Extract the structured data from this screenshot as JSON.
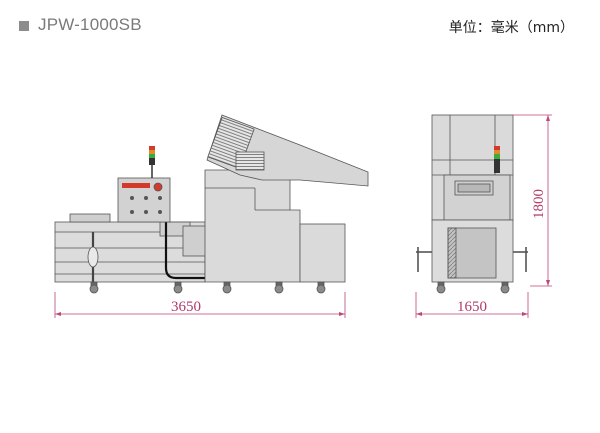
{
  "header": {
    "model": "JPW-1000SB",
    "unit_label": "单位：毫米（mm）"
  },
  "dimensions": {
    "side_length": "3650",
    "front_width": "1650",
    "front_height": "1800"
  },
  "colors": {
    "machine_fill": "#d8d8d8",
    "outline": "#555555",
    "dimension_line": "#c0457a",
    "panel_red": "#d33a2c",
    "lamp_green": "#3caa3c"
  }
}
